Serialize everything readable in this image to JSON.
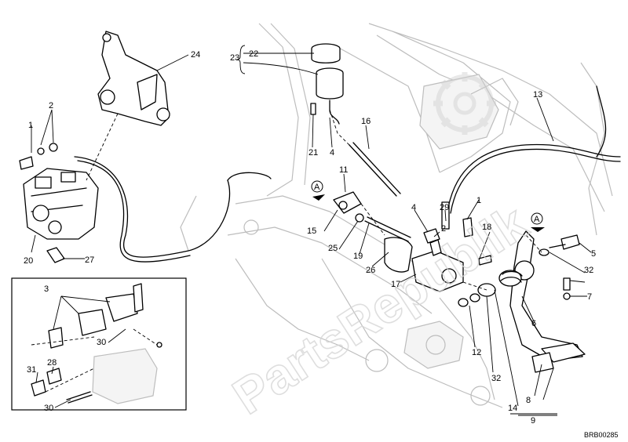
{
  "watermark": "PartsRepublik",
  "drawing_code": "BRB00285",
  "reference_mark": "A",
  "callouts": {
    "c1a": "1",
    "c1b": "1",
    "c2a": "2",
    "c2b": "2",
    "c3": "3",
    "c4a": "4",
    "c4b": "4",
    "c5": "5",
    "c6": "6",
    "c7": "7",
    "c8": "8",
    "c9": "9",
    "c11": "11",
    "c12": "12",
    "c13": "13",
    "c14": "14",
    "c15": "15",
    "c16": "16",
    "c17": "17",
    "c18": "18",
    "c19": "19",
    "c20": "20",
    "c21": "21",
    "c22": "22",
    "c23": "23",
    "c24": "24",
    "c25": "25",
    "c26": "26",
    "c27": "27",
    "c28": "28",
    "c29": "29",
    "c30a": "30",
    "c30b": "30",
    "c31": "31",
    "c32a": "32",
    "c32b": "32"
  }
}
